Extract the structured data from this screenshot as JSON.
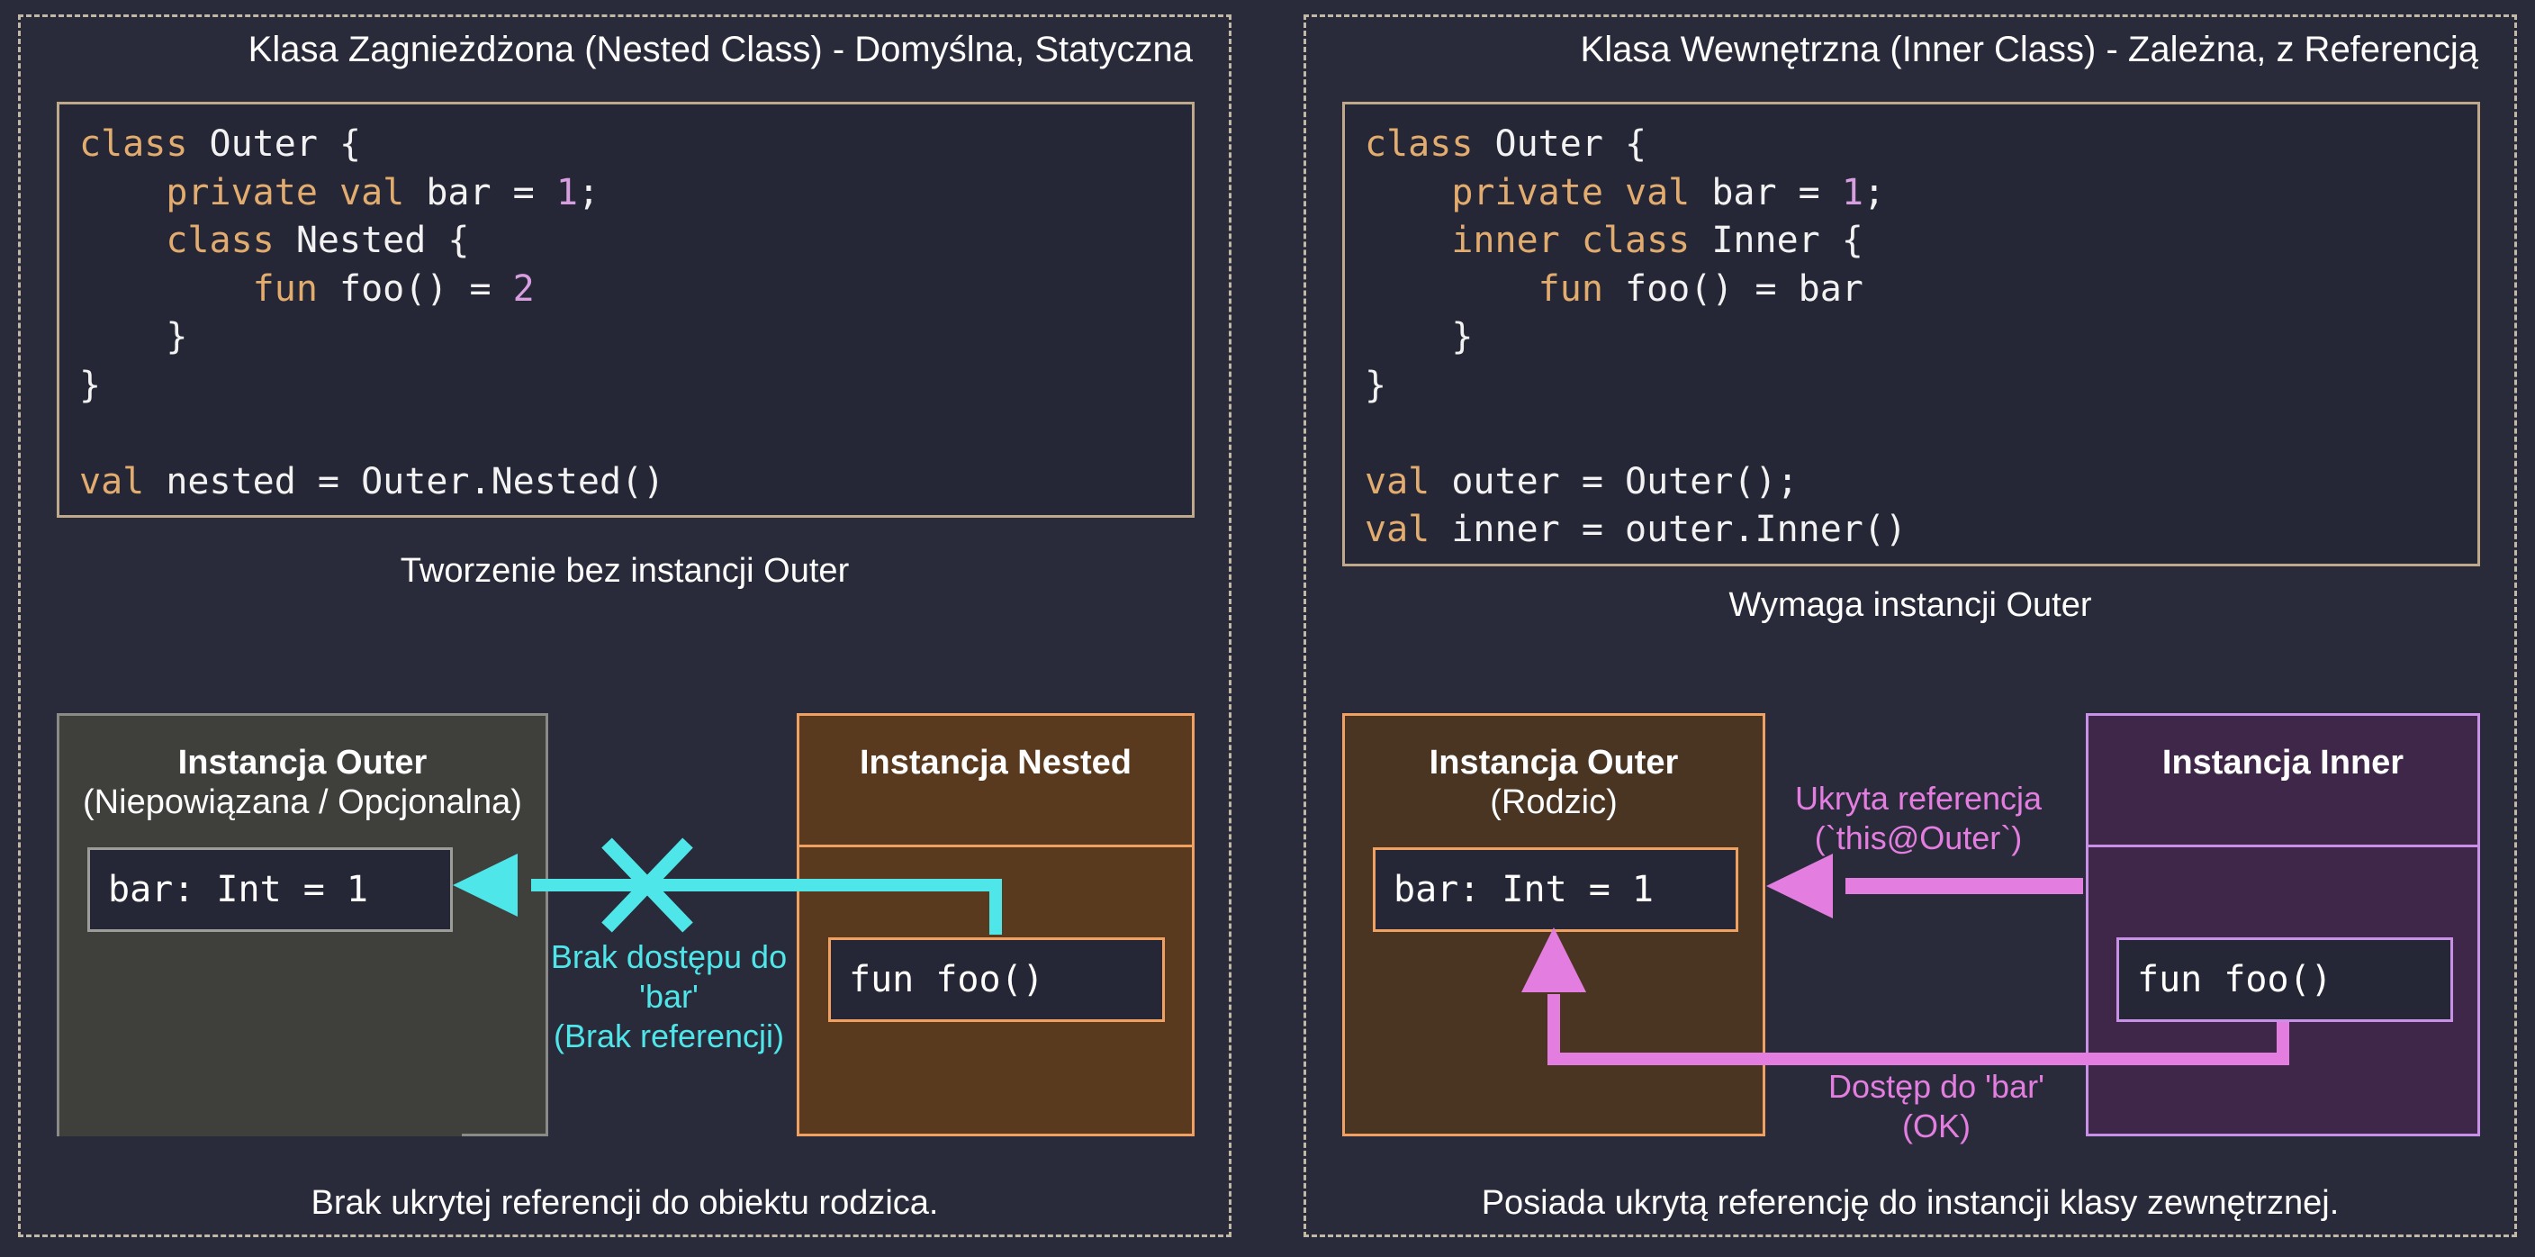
{
  "left": {
    "title": "Klasa Zagnieżdżona (Nested Class) - Domyślna, Statyczna",
    "code_lines": [
      [
        {
          "t": "class",
          "c": "kw"
        },
        {
          "t": " Outer {"
        }
      ],
      [
        {
          "t": "    "
        },
        {
          "t": "private",
          "c": "kw"
        },
        {
          "t": " "
        },
        {
          "t": "val",
          "c": "kw"
        },
        {
          "t": " bar = "
        },
        {
          "t": "1",
          "c": "num"
        },
        {
          "t": ";"
        }
      ],
      [
        {
          "t": "    "
        },
        {
          "t": "class",
          "c": "kw"
        },
        {
          "t": " Nested {"
        }
      ],
      [
        {
          "t": "        "
        },
        {
          "t": "fun",
          "c": "kw"
        },
        {
          "t": " foo() = "
        },
        {
          "t": "2",
          "c": "num"
        }
      ],
      [
        {
          "t": "    }"
        }
      ],
      [
        {
          "t": "}"
        }
      ],
      [
        {
          "t": ""
        }
      ],
      [
        {
          "t": "val",
          "c": "kw"
        },
        {
          "t": " nested = Outer.Nested()"
        }
      ]
    ],
    "caption": "Tworzenie bez instancji Outer",
    "outer_title": "Instancja Outer",
    "outer_subtitle": "(Niepowiązana / Opcjonalna)",
    "outer_field": "bar: Int = 1",
    "nested_title": "Instancja Nested",
    "nested_method": "fun foo()",
    "arrow_label_1": "Brak dostępu do",
    "arrow_label_2": "'bar'",
    "arrow_label_3": "(Brak referencji)",
    "footer": "Brak ukrytej referencji do obiektu rodzica."
  },
  "right": {
    "title": "Klasa Wewnętrzna (Inner Class) - Zależna, z Referencją",
    "code_lines": [
      [
        {
          "t": "class",
          "c": "kw"
        },
        {
          "t": " Outer {"
        }
      ],
      [
        {
          "t": "    "
        },
        {
          "t": "private",
          "c": "kw"
        },
        {
          "t": " "
        },
        {
          "t": "val",
          "c": "kw"
        },
        {
          "t": " bar = "
        },
        {
          "t": "1",
          "c": "num"
        },
        {
          "t": ";"
        }
      ],
      [
        {
          "t": "    "
        },
        {
          "t": "inner class",
          "c": "kw"
        },
        {
          "t": " Inner {"
        }
      ],
      [
        {
          "t": "        "
        },
        {
          "t": "fun",
          "c": "kw"
        },
        {
          "t": " foo() = bar"
        }
      ],
      [
        {
          "t": "    }"
        }
      ],
      [
        {
          "t": "}"
        }
      ],
      [
        {
          "t": ""
        }
      ],
      [
        {
          "t": "val",
          "c": "kw"
        },
        {
          "t": " outer = Outer();"
        }
      ],
      [
        {
          "t": "val",
          "c": "kw"
        },
        {
          "t": " inner = outer.Inner()"
        }
      ]
    ],
    "caption": "Wymaga instancji Outer",
    "outer_title": "Instancja Outer",
    "outer_subtitle": "(Rodzic)",
    "outer_field": "bar: Int = 1",
    "inner_title": "Instancja Inner",
    "inner_method": "fun foo()",
    "ref_label_1": "Ukryta referencja",
    "ref_label_2": "(`this@Outer`)",
    "access_label_1": "Dostęp do 'bar'",
    "access_label_2": "(OK)",
    "footer": "Posiada ukrytą referencję do instancji klasy zewnętrznej."
  },
  "colors": {
    "background": "#2a2b3a",
    "keyword": "#e3ac6f",
    "number": "#d79ee0",
    "cyan": "#4fe6ea",
    "magenta": "#e37ee0",
    "orange": "#f0a060",
    "purple": "#c890e6"
  }
}
